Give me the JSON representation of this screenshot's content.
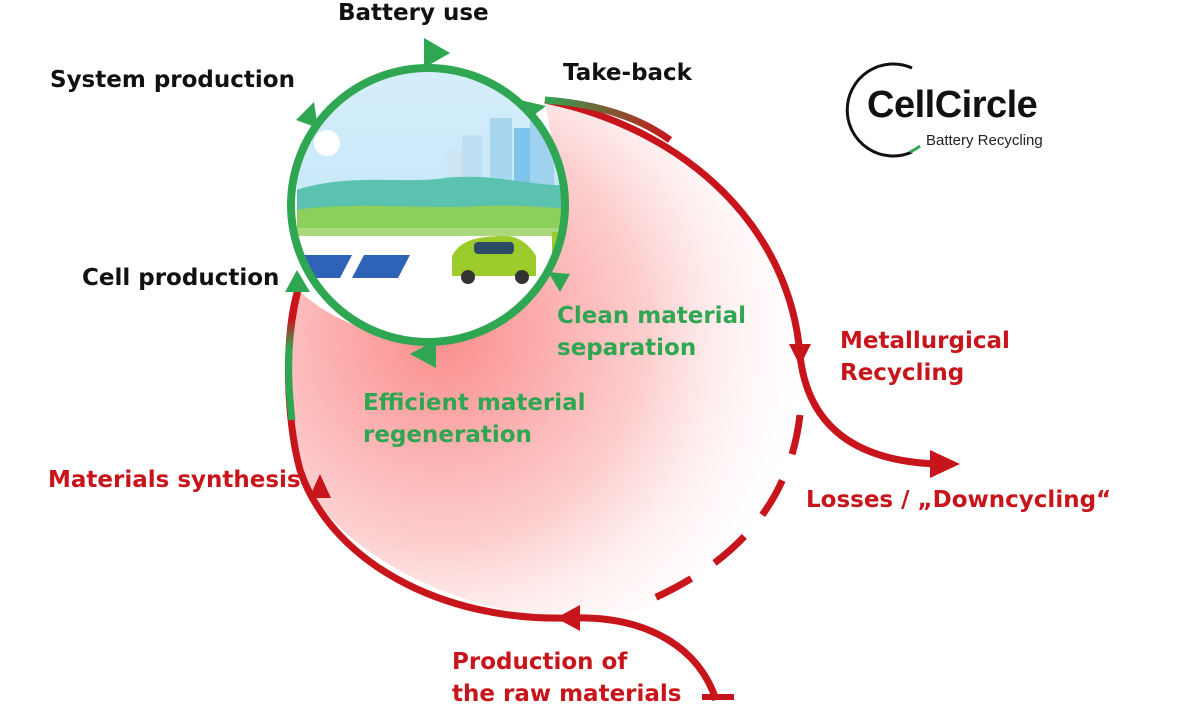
{
  "diagram": {
    "cycle_labels": {
      "battery_use": "Battery use",
      "take_back": "Take-back",
      "system_production": "System production",
      "cell_production": "Cell production"
    },
    "green_path": {
      "clean_separation": [
        "Clean material",
        "separation"
      ],
      "efficient_regeneration": [
        "Efficient material",
        "regeneration"
      ]
    },
    "red_path": {
      "metallurgical": [
        "Metallurgical",
        "Recycling"
      ],
      "losses": "Losses / „Downcycling“",
      "materials_synthesis": "Materials synthesis",
      "raw_materials": [
        "Production of",
        "the raw materials"
      ]
    }
  },
  "logo": {
    "name": "CellCircle",
    "subtitle": "Battery Recycling"
  },
  "colors": {
    "green": "#2fa651",
    "red": "#c8151b",
    "text": "#111111"
  }
}
